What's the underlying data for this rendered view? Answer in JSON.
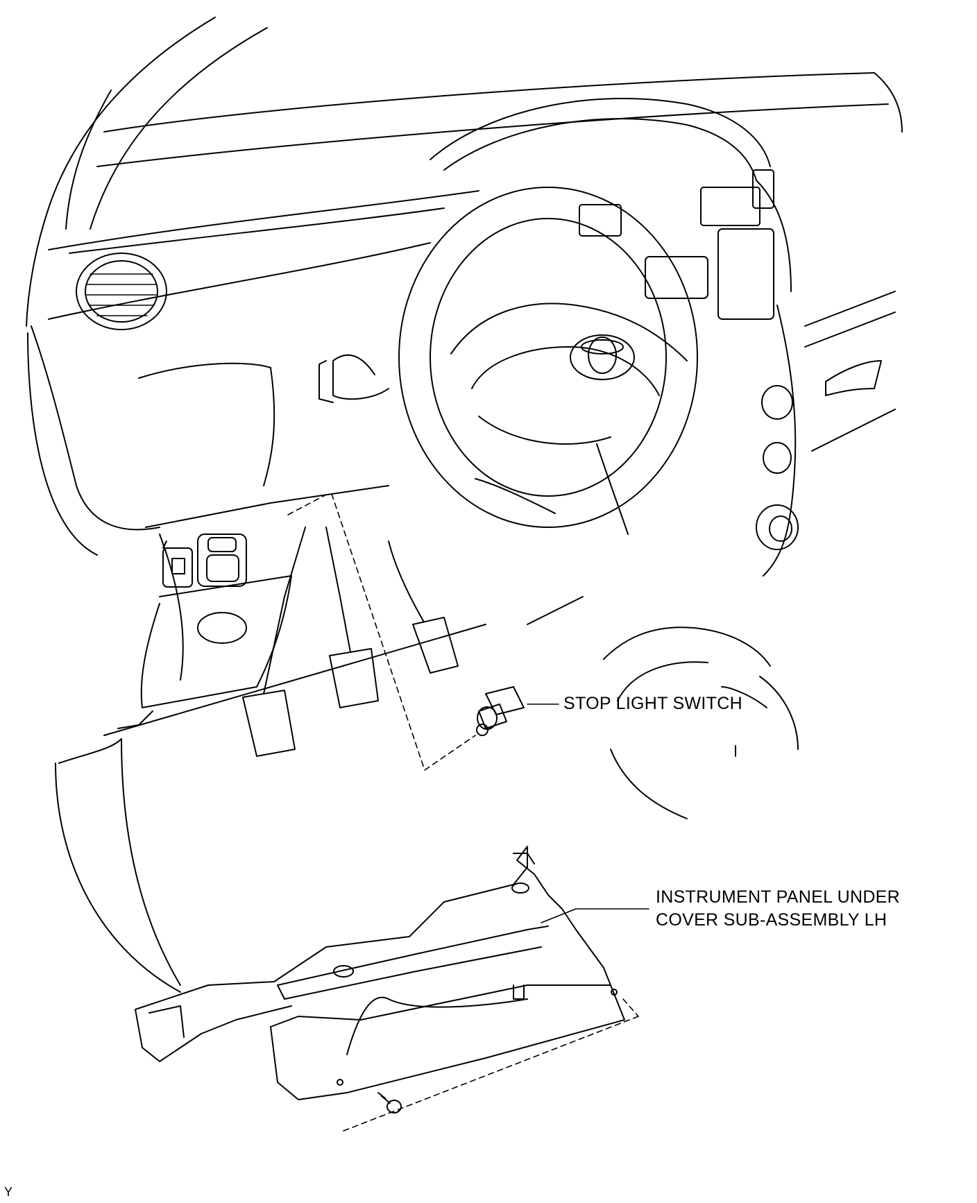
{
  "callouts": {
    "stop_light_switch": "STOP LIGHT SWITCH",
    "under_cover_line1": "INSTRUMENT PANEL UNDER",
    "under_cover_line2": "COVER SUB-ASSEMBLY LH"
  },
  "figure_code": "Y",
  "colors": {
    "line": "#000000",
    "background": "#ffffff"
  }
}
